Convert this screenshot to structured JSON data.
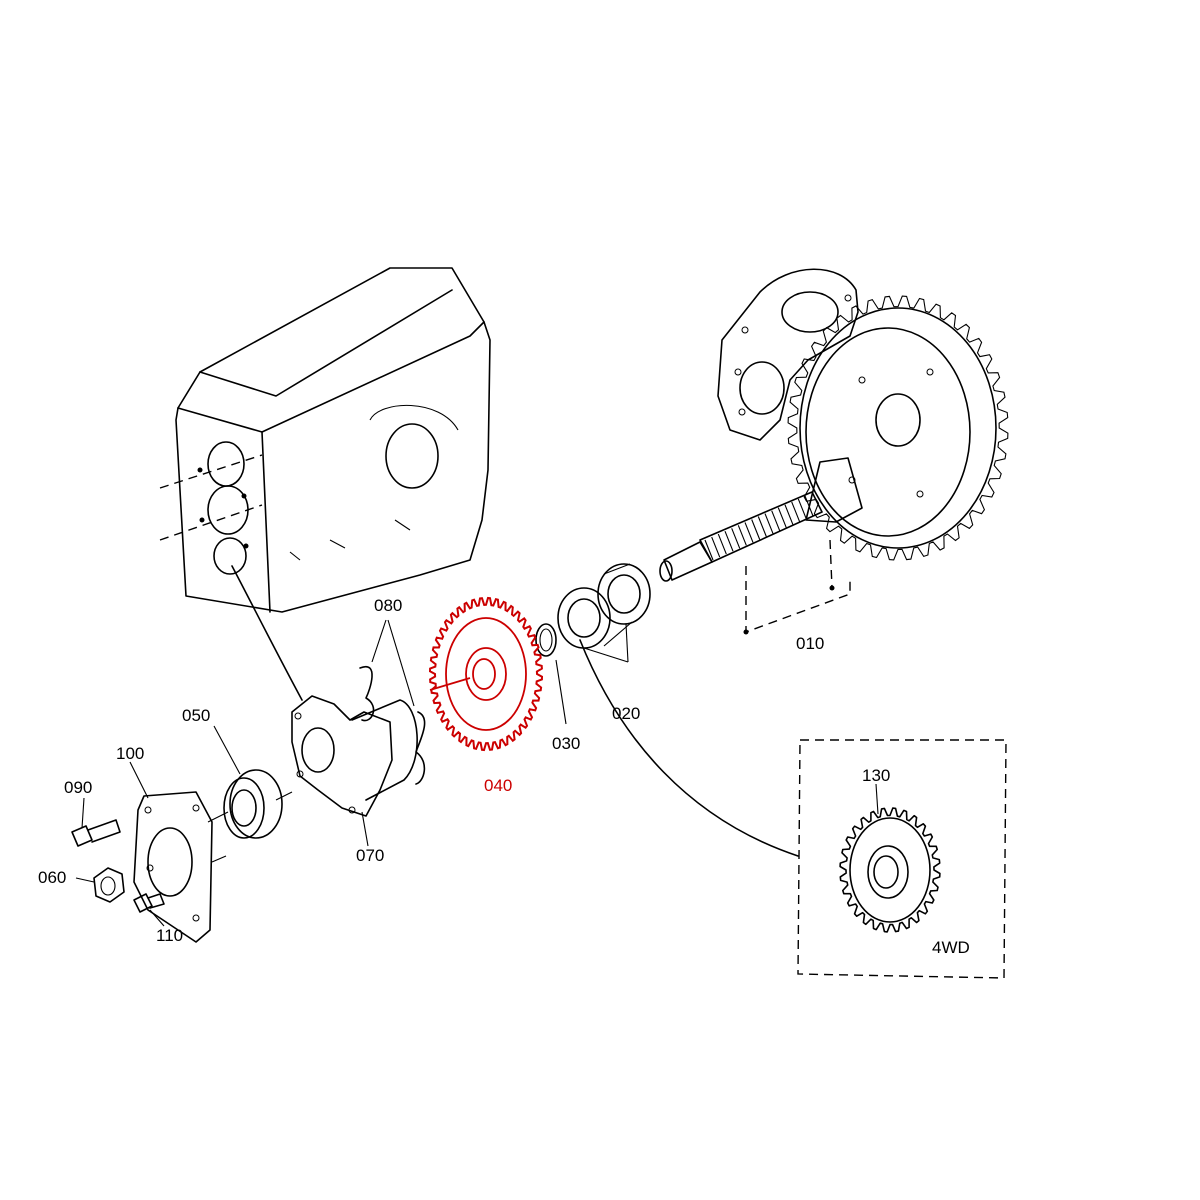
{
  "highlight_color": "#cc0000",
  "line_color": "#000000",
  "callouts": [
    {
      "id": "010",
      "label": "010"
    },
    {
      "id": "020",
      "label": "020"
    },
    {
      "id": "030",
      "label": "030"
    },
    {
      "id": "040",
      "label": "040",
      "highlighted": true
    },
    {
      "id": "050",
      "label": "050"
    },
    {
      "id": "060",
      "label": "060"
    },
    {
      "id": "070",
      "label": "070"
    },
    {
      "id": "080",
      "label": "080"
    },
    {
      "id": "090",
      "label": "090"
    },
    {
      "id": "100",
      "label": "100"
    },
    {
      "id": "110",
      "label": "110"
    },
    {
      "id": "130",
      "label": "130"
    }
  ],
  "inset": {
    "label": "4WD"
  }
}
